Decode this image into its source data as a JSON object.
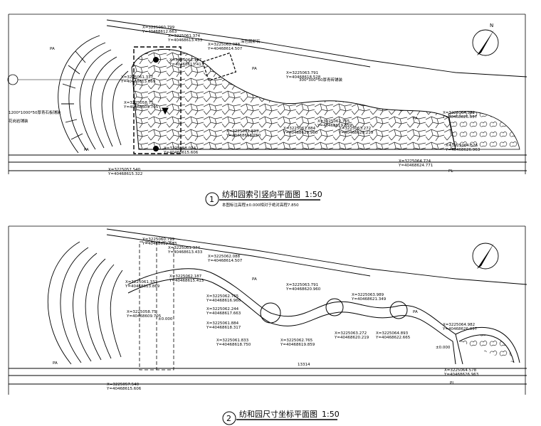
{
  "plans": [
    {
      "number": "1",
      "title": "纺和园索引竖向平面图",
      "scale": "1:50",
      "subtitle": "本图标注高程±0.000相对于绝对高程7.850",
      "coords": [
        {
          "x": "X=3225060.799",
          "y": "Y=40468612.663"
        },
        {
          "x": "X=3225061.374",
          "y": "Y=40468613.433"
        },
        {
          "x": "X=3225062.088",
          "y": "Y=40468614.507"
        },
        {
          "x": "X=3225063.791",
          "y": "Y=40468618.528"
        },
        {
          "x": "X=3225061.884",
          "y": "Y=40468620.960"
        },
        {
          "x": "X=3225062.187",
          "y": "Y=40468613.413"
        },
        {
          "x": "X=3225061.337",
          "y": "Y=40468613.869"
        },
        {
          "x": "X=3225058.75",
          "y": "Y=40468609.705"
        },
        {
          "x": "X=3225061.833",
          "y": "Y=40468618.750"
        },
        {
          "x": "X=3225062.765",
          "y": "Y=40468619.859"
        },
        {
          "x": "X=3225063.272",
          "y": "Y=40468620.219"
        },
        {
          "x": "X=3225064.982",
          "y": "Y=40468626.037"
        },
        {
          "x": "X=3225064.576",
          "y": "Y=40468626.963"
        },
        {
          "x": "X=3225057.540",
          "y": "Y=40468615.322"
        },
        {
          "x": "X=3225058.074",
          "y": "Y=40468615.606"
        },
        {
          "x": "X=3225064.724",
          "y": "Y=40468624.771"
        }
      ],
      "labels": [
        "PA",
        "PA",
        "PA",
        "PA",
        "PL",
        "1200*1000*50厚青石板铺装",
        "花岗岩铺装",
        "深色鹅卵石",
        "300*300*50厚青砖铺装"
      ]
    },
    {
      "number": "2",
      "title": "纺和园尺寸坐标平面图",
      "scale": "1:50",
      "coords": [
        {
          "x": "X=3225060.799",
          "y": "Y=40468612.663"
        },
        {
          "x": "X=3225061.374",
          "y": "Y=40468613.433"
        },
        {
          "x": "X=3225062.088",
          "y": "Y=40468614.507"
        },
        {
          "x": "X=3225062.187",
          "y": "Y=40468615.413"
        },
        {
          "x": "X=3225061.337",
          "y": "Y=40468613.869"
        },
        {
          "x": "X=3225063.791",
          "y": "Y=40468620.960"
        },
        {
          "x": "X=3225063.989",
          "y": "Y=40468621.349"
        },
        {
          "x": "X=3225062.765",
          "y": "Y=40468616.960"
        },
        {
          "x": "X=3225062.244",
          "y": "Y=40468617.663"
        },
        {
          "x": "X=3225061.884",
          "y": "Y=40468618.317"
        },
        {
          "x": "X=3225061.833",
          "y": "Y=40468618.750"
        },
        {
          "x": "X=3225062.765",
          "y": "Y=40468619.859"
        },
        {
          "x": "X=3225063.272",
          "y": "Y=40468620.219"
        },
        {
          "x": "X=3225064.893",
          "y": "Y=40468622.665"
        },
        {
          "x": "X=3225064.982",
          "y": "Y=40468626.037"
        },
        {
          "x": "X=3225064.578",
          "y": "Y=40468626.963"
        },
        {
          "x": "X=3225057.540",
          "y": "Y=40468615.606"
        },
        {
          "x": "X=3225058.75",
          "y": "Y=40468609.705"
        }
      ],
      "labels": [
        "PA",
        "PA",
        "PA",
        "PL",
        "±0.000",
        "±0.000",
        "13314"
      ]
    }
  ],
  "north_arrow_label": "N"
}
